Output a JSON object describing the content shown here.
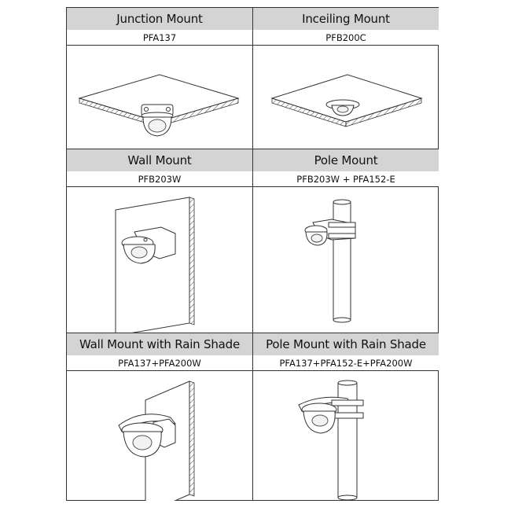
{
  "cells": [
    {
      "title": "Junction Mount",
      "model": "PFA137"
    },
    {
      "title": "Inceiling Mount",
      "model": "PFB200C"
    },
    {
      "title": "Wall Mount",
      "model": "PFB203W"
    },
    {
      "title": "Pole Mount",
      "model": "PFB203W + PFA152-E"
    },
    {
      "title": "Wall Mount with Rain Shade",
      "model": "PFA137+PFA200W"
    },
    {
      "title": "Pole Mount with Rain Shade",
      "model": "PFA137+PFA152-E+PFA200W"
    }
  ]
}
